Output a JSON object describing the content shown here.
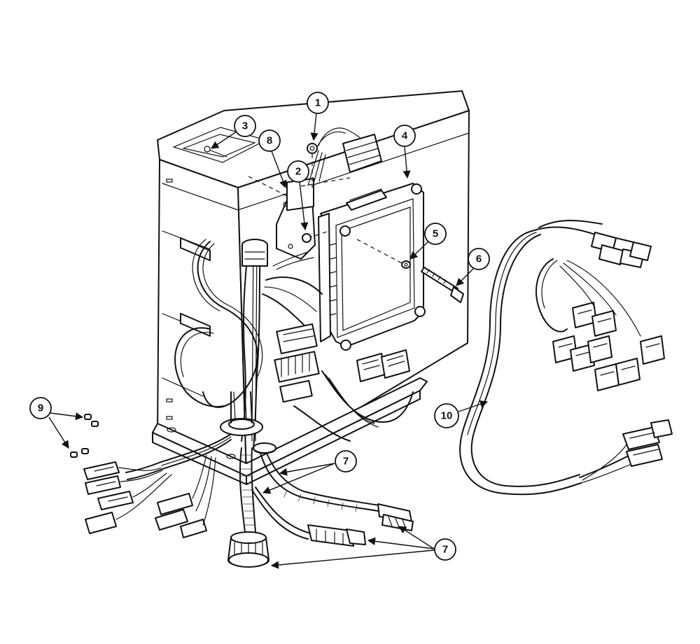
{
  "callouts": {
    "c1": "1",
    "c2": "2",
    "c3": "3",
    "c4": "4",
    "c5": "5",
    "c6": "6",
    "c7a": "7",
    "c7b": "7",
    "c8": "8",
    "c9": "9",
    "c10": "10"
  }
}
